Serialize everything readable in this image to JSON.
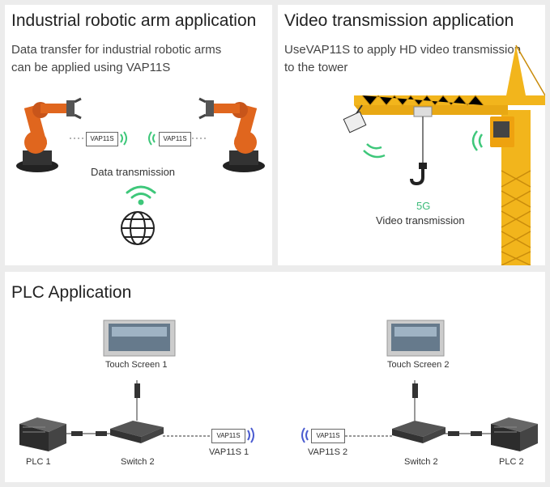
{
  "robot_panel": {
    "title": "Industrial robotic arm application",
    "subtitle": "Data transfer for industrial robotic arms\ncan be applied using VAP11S",
    "device_left": "VAP11S",
    "device_right": "VAP11S",
    "caption": "Data transmission"
  },
  "video_panel": {
    "title": "Video transmission application",
    "subtitle": "UseVAP11S to apply HD video transmission\nto the tower",
    "badge": "5G",
    "caption": "Video transmission"
  },
  "plc_panel": {
    "title": "PLC Application",
    "touch_screen_1": "Touch Screen 1",
    "touch_screen_2": "Touch Screen 2",
    "plc_1": "PLC 1",
    "plc_2": "PLC 2",
    "switch_left": "Switch 2",
    "switch_right": "Switch 2",
    "device_1": "VAP11S",
    "device_2": "VAP11S",
    "device_1_label": "VAP11S 1",
    "device_2_label": "VAP11S 2"
  },
  "colors": {
    "robot_orange": "#e0661e",
    "crane_yellow": "#f2b51c",
    "signal_green": "#3ec77a",
    "signal_blue": "#4a5bd0",
    "badge_green": "#3dbb7a"
  }
}
